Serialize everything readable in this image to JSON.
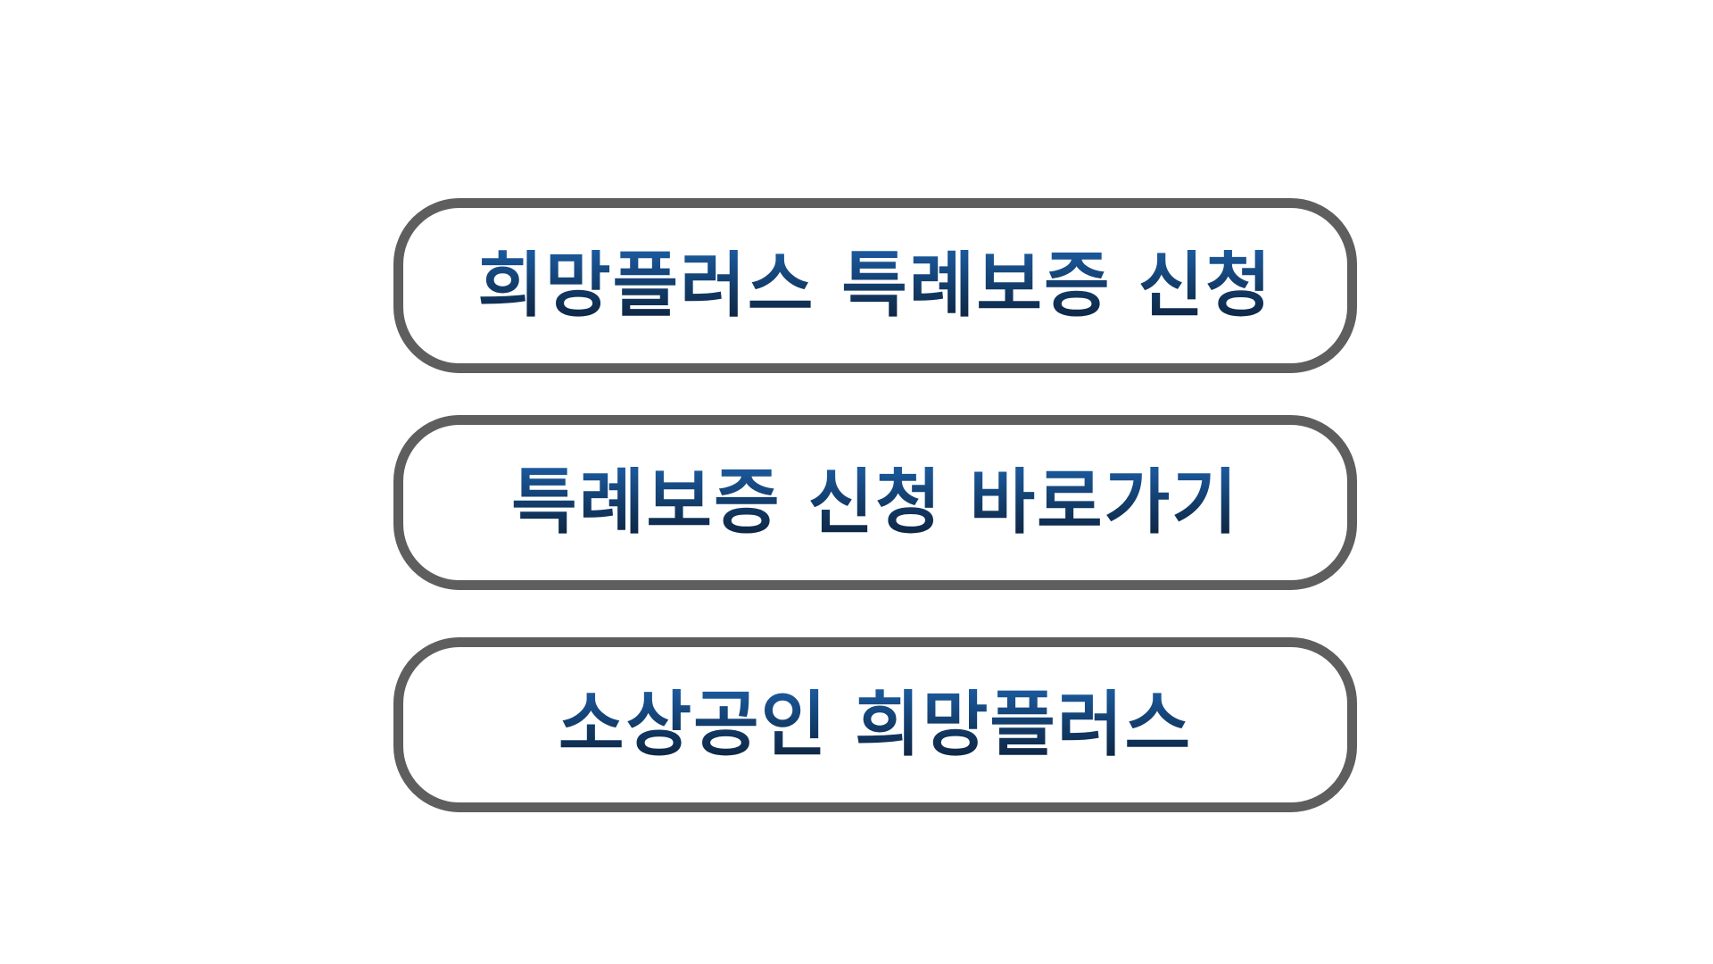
{
  "buttons": [
    {
      "label": "희망플러스 특례보증 신청"
    },
    {
      "label": "특례보증 신청 바로가기"
    },
    {
      "label": "소상공인 희망플러스"
    }
  ],
  "colors": {
    "border": "#5e5e5e",
    "text_top": "#1b5a9e",
    "text_bottom": "#0e2440",
    "background": "#ffffff"
  }
}
